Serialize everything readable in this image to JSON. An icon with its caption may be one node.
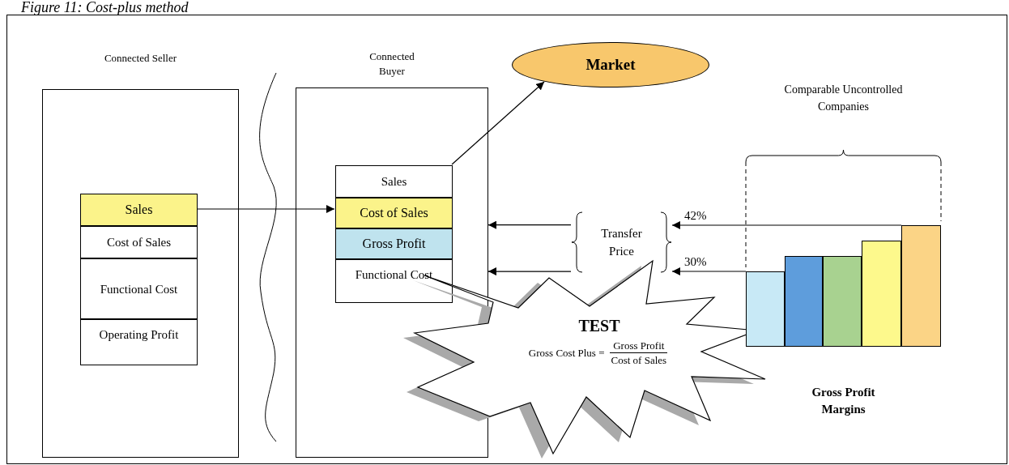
{
  "diagram": {
    "title": "Figure 11: Cost-plus method",
    "nodes": [
      {
        "text": [
          "Connected Seller"
        ]
      },
      {
        "text": [
          "Sales"
        ],
        "in": 0
      },
      {
        "text": [
          "Cost of Sales"
        ],
        "in": 0
      },
      {
        "text": [
          "Functional Cost"
        ],
        "in": 0
      },
      {
        "text": [
          "Operating Profit"
        ],
        "in": 0
      },
      {
        "text": [
          "Connected Buyer"
        ]
      },
      {
        "text": [
          "Sales"
        ],
        "in": 5
      },
      {
        "text": [
          "Cost of Sales"
        ],
        "in": 5
      },
      {
        "text": [
          "Gross Profit"
        ],
        "in": 5
      },
      {
        "text": [
          "Functional Cost"
        ],
        "in": 5
      },
      {
        "text": [
          "Market"
        ]
      },
      {
        "text": [
          "Transfer Price"
        ]
      },
      {
        "text": [
          "TEST",
          "Gross Cost Plus =",
          "Gross Profit",
          "Cost of Sales"
        ]
      },
      {
        "text": [],
        "shape": "bar"
      },
      {
        "text": [],
        "shape": "bar"
      },
      {
        "text": [],
        "shape": "bar"
      },
      {
        "text": [],
        "shape": "bar"
      },
      {
        "text": [],
        "shape": "bar"
      }
    ],
    "edges": [
      {
        "from": 1,
        "to": 7,
        "arrow": "to"
      },
      {
        "from": 6,
        "to": 10,
        "arrow": "to"
      },
      {
        "from": 11,
        "to": 5,
        "arrow": "to"
      },
      {
        "from": 11,
        "to": 5,
        "arrow": "to"
      },
      {
        "from": 17,
        "to": 11,
        "arrow": "to",
        "label": "42%"
      },
      {
        "from": 13,
        "to": 11,
        "arrow": "to",
        "label": "30%"
      }
    ],
    "labels": [
      "Comparable Uncontrolled Companies",
      "Gross Profit Margins"
    ]
  }
}
